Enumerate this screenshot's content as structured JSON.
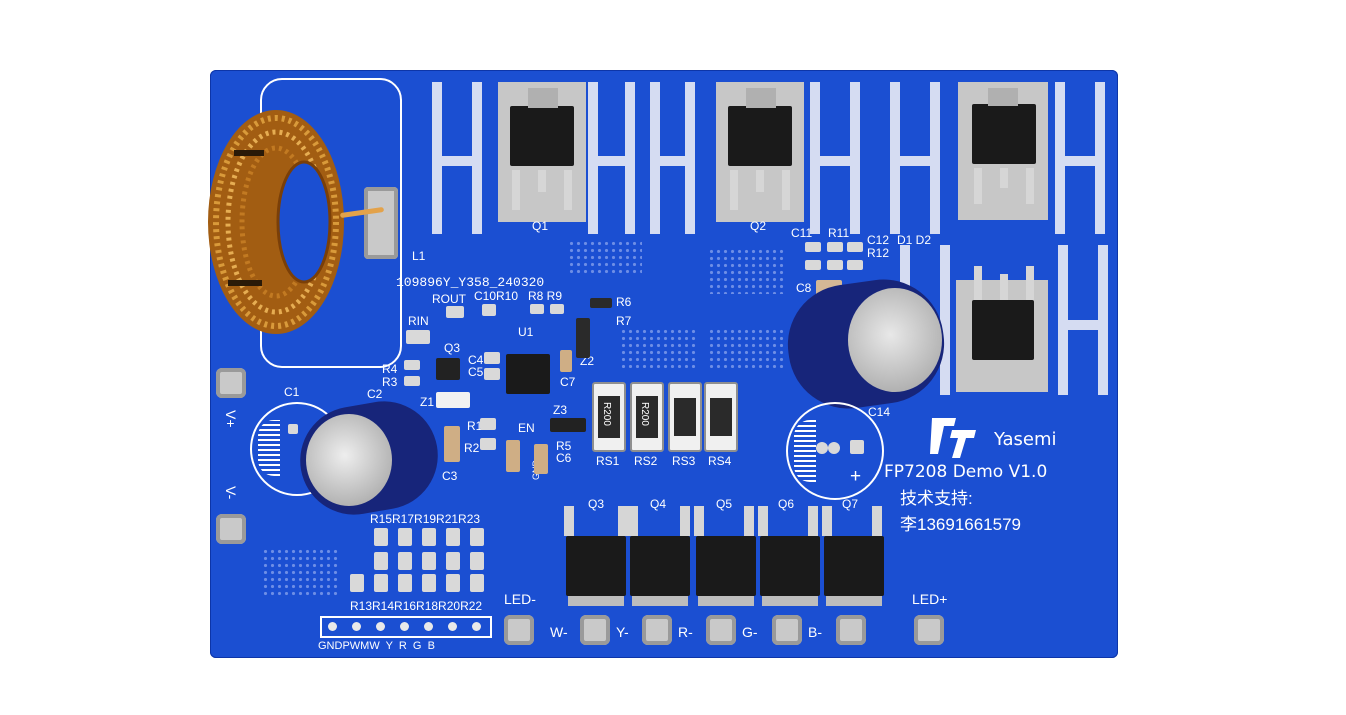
{
  "board": {
    "logo_text": "Yasemi",
    "title": "FP7208 Demo V1.0",
    "support_label": "技术支持:",
    "support_contact": "李13691661579",
    "code": "109896Y_Y358_240320"
  },
  "labels": {
    "vplus": "V+",
    "vminus": "V-",
    "led_minus": "LED-",
    "led_plus": "LED+",
    "w": "W-",
    "y": "Y-",
    "r": "R-",
    "g": "G-",
    "b": "B-",
    "header": "GNDPWMW  Y  R  G  B",
    "l1": "L1",
    "c1": "C1",
    "c2": "C2",
    "c3": "C3",
    "c8": "C8",
    "c14": "C14",
    "q1": "Q1",
    "q2": "Q2",
    "q3_top": "Q3",
    "q4": "Q4",
    "q5": "Q5",
    "q6": "Q6",
    "q7": "Q7",
    "rs1": "RS1",
    "rs2": "RS2",
    "rs3": "RS3",
    "rs4": "RS4",
    "r_top_row": "R15R17R19R21R23",
    "r_bottom_row": "R13R14R16R18R20R22",
    "rout": "ROUT",
    "c10r10": "C10R10",
    "r8r9": "R8 R9",
    "r6": "R6",
    "r7": "R7",
    "rin": "RIN",
    "u1": "U1",
    "q3_small": "Q3",
    "c4": "C4",
    "c5": "C5",
    "c7": "C7",
    "z1": "Z1",
    "z2": "Z2",
    "z3": "Z3",
    "r1": "R1",
    "r2": "R2",
    "r3": "R3",
    "r4": "R4",
    "r5": "R5",
    "c6": "C6",
    "en": "EN",
    "gnd": "GND",
    "c11": "C11",
    "r11": "R11",
    "c12": "C12",
    "r12": "R12",
    "d1d2": "D1 D2",
    "plus": "+",
    "rs_marking_1": "R200",
    "rs_marking_2": "R200"
  }
}
